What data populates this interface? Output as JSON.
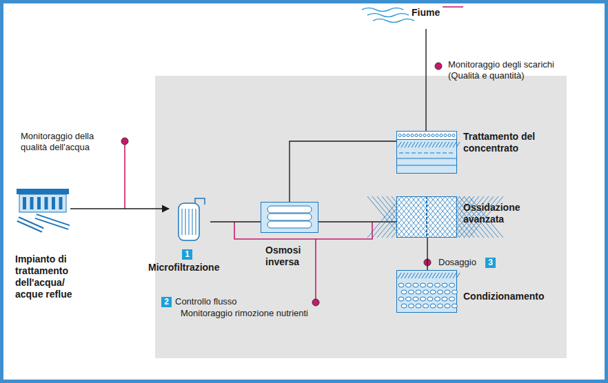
{
  "diagram": {
    "nodes": [
      {
        "text": [
          "Impianto di trattamento dell'acqua/ acque reflue"
        ]
      },
      {
        "text": [
          "Microfiltrazione"
        ]
      },
      {
        "text": [
          "Osmosi inversa"
        ]
      },
      {
        "text": [
          "Trattamento del concentrato"
        ]
      },
      {
        "text": [
          "Ossidazione avanzata"
        ]
      },
      {
        "text": [
          "Condizionamento"
        ]
      },
      {
        "text": [
          "Fiume"
        ]
      }
    ],
    "edges": [
      {
        "from": 0,
        "to": 1,
        "arrow": "to"
      },
      {
        "from": 1,
        "to": 2,
        "arrow": "none"
      },
      {
        "from": 2,
        "to": 3,
        "arrow": "none"
      },
      {
        "from": 2,
        "to": 4,
        "arrow": "none"
      },
      {
        "from": 4,
        "to": 5,
        "arrow": "none"
      },
      {
        "from": 3,
        "to": 6,
        "arrow": "none"
      }
    ],
    "labels": [
      "Monitoraggio della qualità dell'acqua",
      "1",
      "2",
      "Controllo flusso",
      "Monitoraggio rimozione nutrienti",
      "Dosaggio",
      "3",
      "Monitoraggio degli scarichi (Qualità e quantità)"
    ]
  }
}
